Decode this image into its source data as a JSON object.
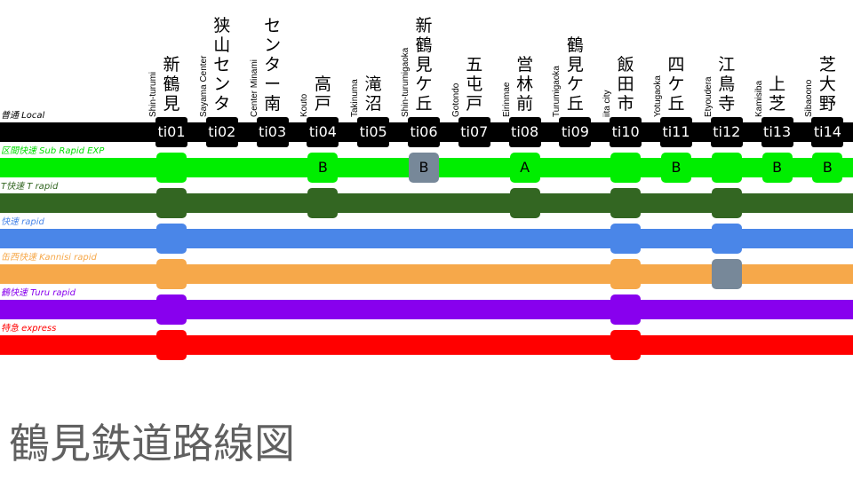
{
  "title": "鶴見鉄道路線図",
  "services": [
    {
      "name": "普通 Local",
      "color": "#000000",
      "label_color": "#000000"
    },
    {
      "name": "区間快速 Sub Rapid EXP",
      "color": "#00ee00",
      "label_color": "#00dd00"
    },
    {
      "name": "T快速 T rapid",
      "color": "#336622",
      "label_color": "#336622"
    },
    {
      "name": "快速 rapid",
      "color": "#4a86e8",
      "label_color": "#4a86e8"
    },
    {
      "name": "缶西快速 Kannisi rapid",
      "color": "#f6a84a",
      "label_color": "#f6a84a"
    },
    {
      "name": "鶴快速 Turu rapid",
      "color": "#8800ee",
      "label_color": "#8800ee"
    },
    {
      "name": "特急 express",
      "color": "#ff0000",
      "label_color": "#ff0000"
    }
  ],
  "stations": [
    {
      "code": "ti01",
      "jp": "新鶴見",
      "en": "Shin-turumi"
    },
    {
      "code": "ti02",
      "jp": "狭山センター",
      "en": "Sayama Center"
    },
    {
      "code": "ti03",
      "jp": "センター南",
      "en": "Center Minami"
    },
    {
      "code": "ti04",
      "jp": "高戸",
      "en": "Kouto"
    },
    {
      "code": "ti05",
      "jp": "滝沼",
      "en": "Takinuma"
    },
    {
      "code": "ti06",
      "jp": "新鶴見ケ丘",
      "en": "Shin-turumigaoka"
    },
    {
      "code": "ti07",
      "jp": "五屯戸",
      "en": "Gotondo"
    },
    {
      "code": "ti08",
      "jp": "営林前",
      "en": "Eirinmae"
    },
    {
      "code": "ti09",
      "jp": "鶴見ケ丘",
      "en": "Turumigaoka"
    },
    {
      "code": "ti10",
      "jp": "飯田市",
      "en": "iita city"
    },
    {
      "code": "ti11",
      "jp": "四ケ丘",
      "en": "Yotugaoka"
    },
    {
      "code": "ti12",
      "jp": "江鳥寺",
      "en": "Etyoudera"
    },
    {
      "code": "ti13",
      "jp": "上芝",
      "en": "Kamisiba"
    },
    {
      "code": "ti14",
      "jp": "芝大野",
      "en": "Sibaoono"
    }
  ],
  "stops": [
    {
      "service": 1,
      "station": 0,
      "mark": ""
    },
    {
      "service": 1,
      "station": 3,
      "mark": "B"
    },
    {
      "service": 1,
      "station": 5,
      "mark": "B",
      "color": "#778899"
    },
    {
      "service": 1,
      "station": 7,
      "mark": "A"
    },
    {
      "service": 1,
      "station": 9,
      "mark": ""
    },
    {
      "service": 1,
      "station": 10,
      "mark": "B"
    },
    {
      "service": 1,
      "station": 11,
      "mark": ""
    },
    {
      "service": 1,
      "station": 12,
      "mark": "B"
    },
    {
      "service": 1,
      "station": 13,
      "mark": "B"
    },
    {
      "service": 2,
      "station": 0,
      "mark": ""
    },
    {
      "service": 2,
      "station": 3,
      "mark": ""
    },
    {
      "service": 2,
      "station": 7,
      "mark": ""
    },
    {
      "service": 2,
      "station": 9,
      "mark": ""
    },
    {
      "service": 2,
      "station": 11,
      "mark": ""
    },
    {
      "service": 3,
      "station": 0,
      "mark": ""
    },
    {
      "service": 3,
      "station": 9,
      "mark": ""
    },
    {
      "service": 3,
      "station": 11,
      "mark": ""
    },
    {
      "service": 4,
      "station": 0,
      "mark": ""
    },
    {
      "service": 4,
      "station": 9,
      "mark": ""
    },
    {
      "service": 4,
      "station": 11,
      "mark": "",
      "color": "#778899"
    },
    {
      "service": 5,
      "station": 0,
      "mark": ""
    },
    {
      "service": 5,
      "station": 9,
      "mark": ""
    },
    {
      "service": 6,
      "station": 0,
      "mark": ""
    },
    {
      "service": 6,
      "station": 9,
      "mark": ""
    }
  ]
}
